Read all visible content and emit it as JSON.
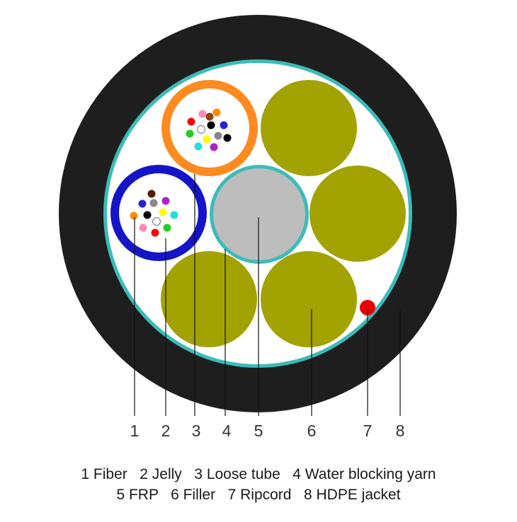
{
  "callout_numbers": [
    "1",
    "2",
    "3",
    "4",
    "5",
    "6",
    "7",
    "8"
  ],
  "legend": {
    "line1": "1 Fiber   2 Jelly   3 Loose tube   4 Water blocking yarn",
    "line2": "5 FRP   6 Filler   7 Ripcord   8 HDPE jacket"
  },
  "colors": {
    "jacket": "#1e1e1e",
    "water_blocking_yarn": "#3bbcb8",
    "inner_fill": "#ffffff",
    "filler": "#a2a200",
    "frp": "#bdbdbd",
    "tube_orange": "#ff8a1f",
    "tube_blue": "#1515c8",
    "ripcord": "#e60000",
    "fiber_colors": [
      "#2222dd",
      "#ff8c00",
      "#22cc22",
      "#8b4513",
      "#888888",
      "#ffffff",
      "#ff0000",
      "#000000",
      "#ffff00",
      "#aa22cc",
      "#ff88bb",
      "#22dddd"
    ]
  }
}
